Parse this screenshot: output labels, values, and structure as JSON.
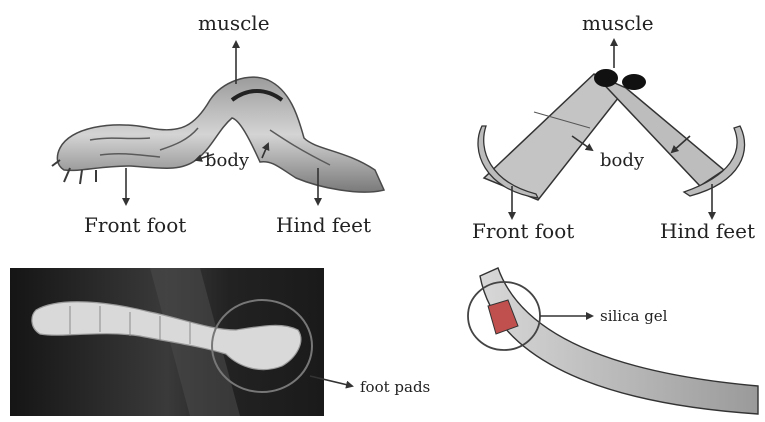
{
  "panels": {
    "top_left": {
      "muscle_label": "muscle",
      "body_label": "body",
      "front_foot_label": "Front foot",
      "hind_feet_label": "Hind feet"
    },
    "top_right": {
      "muscle_label": "muscle",
      "body_label": "body",
      "front_foot_label": "Front foot",
      "hind_feet_label": "Hind feet"
    },
    "bottom_left": {
      "foot_pads_label": "foot pads"
    },
    "bottom_right": {
      "silica_gel_label": "silica gel"
    }
  },
  "colors": {
    "line": "#333333",
    "model_fill": "#c4c4c4",
    "muscle_fill": "#111111",
    "silica_gel_fill": "#c0504d",
    "photo_bg": "#1c1c1c"
  }
}
